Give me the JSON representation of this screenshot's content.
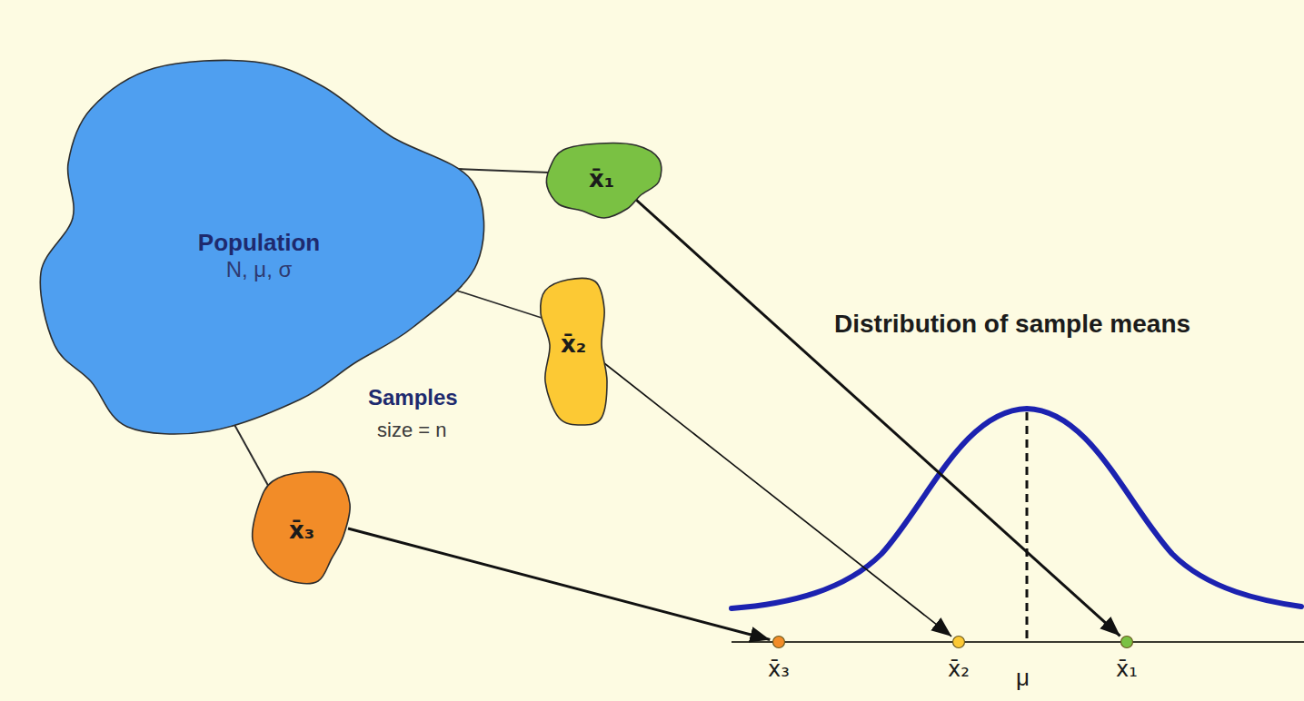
{
  "diagram": {
    "nodes": [
      {
        "text": [
          "Population",
          "N, μ, σ"
        ]
      },
      {
        "text": [
          "x̄₁"
        ]
      },
      {
        "text": [
          "x̄₂"
        ]
      },
      {
        "text": [
          "x̄₃"
        ]
      },
      {
        "text": [
          "x̄₃"
        ]
      },
      {
        "text": [
          "x̄₂"
        ]
      },
      {
        "text": [
          "x̄₁"
        ]
      }
    ],
    "edges": [
      {
        "from": 0,
        "to": 1,
        "arrow": "none"
      },
      {
        "from": 0,
        "to": 2,
        "arrow": "none"
      },
      {
        "from": 0,
        "to": 3,
        "arrow": "none"
      },
      {
        "from": 1,
        "to": 6,
        "arrow": "to"
      },
      {
        "from": 2,
        "to": 5,
        "arrow": "to"
      },
      {
        "from": 3,
        "to": 4,
        "arrow": "to"
      }
    ],
    "labels": [
      "Distribution of sample means",
      "Samples",
      "size = n",
      "μ"
    ]
  }
}
